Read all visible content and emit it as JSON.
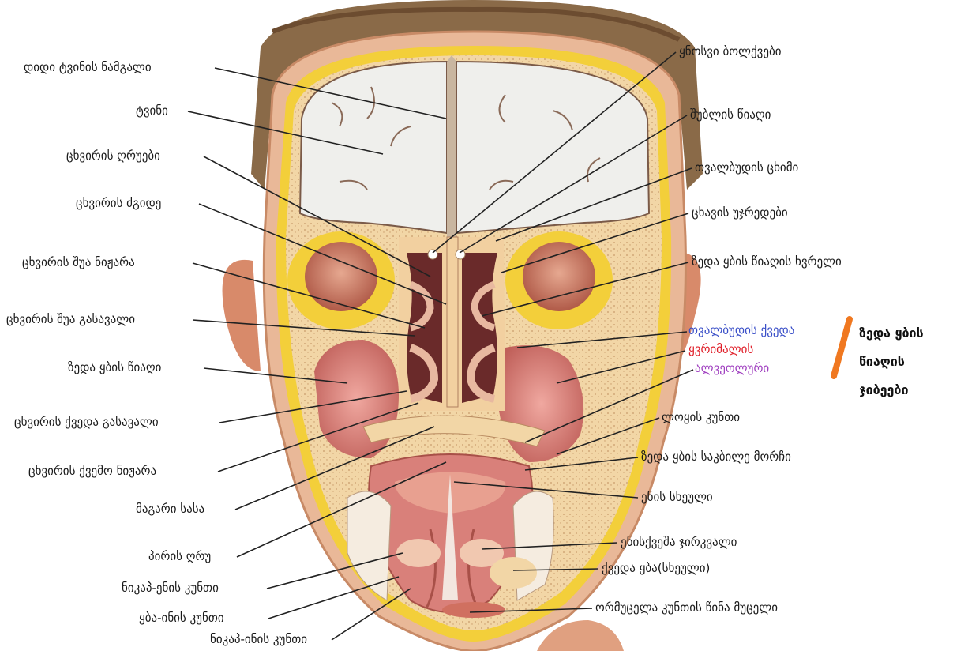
{
  "labels_left": [
    {
      "key": "L1",
      "text": "დიდი ტვინის ნამგალი"
    },
    {
      "key": "L2",
      "text": "ტვინი"
    },
    {
      "key": "L3",
      "text": "ცხვირის ღრუები"
    },
    {
      "key": "L4",
      "text": "ცხვირის ძგიდე"
    },
    {
      "key": "L5",
      "text": "ცხვირის შუა ნიჟარა"
    },
    {
      "key": "L6",
      "text": "ცხვირის შუა გასავალი"
    },
    {
      "key": "L7",
      "text": "ზედა ყბის წიაღი"
    },
    {
      "key": "L8",
      "text": "ცხვირის ქვედა გასავალი"
    },
    {
      "key": "L9",
      "text": "ცხვირის ქვემო ნიჟარა"
    },
    {
      "key": "L10",
      "text": "მაგარი სასა"
    },
    {
      "key": "L11",
      "text": "პირის ღრუ"
    },
    {
      "key": "L12",
      "text": "ნიკაპ-ენის კუნთი"
    },
    {
      "key": "L13",
      "text": "ყბა-ინის კუნთი"
    },
    {
      "key": "L14",
      "text": "ნიკაპ-ინის კუნთი"
    }
  ],
  "labels_right": [
    {
      "key": "R1",
      "text": "ყნოსვი ბოლქვები"
    },
    {
      "key": "R2",
      "text": "შუბლის წიაღი"
    },
    {
      "key": "R3",
      "text": "თვალბუდის ცხიმი"
    },
    {
      "key": "R4",
      "text": "ცხავის უჯრედები"
    },
    {
      "key": "R5",
      "text": "ზედა ყბის წიაღის ხვრელი"
    },
    {
      "key": "R6",
      "text": "თვალბუდის ქვედა"
    },
    {
      "key": "R7",
      "text": "ყვრიმალის"
    },
    {
      "key": "R8",
      "text": "ალვეოლური"
    },
    {
      "key": "R9",
      "text": "ლოყის კუნთი"
    },
    {
      "key": "R10",
      "text": "ზედა ყბის საკბილე მორჩი"
    },
    {
      "key": "R11",
      "text": "ენის სხეული"
    },
    {
      "key": "R12",
      "text": "ენისქვეშა ჯირკვალი"
    },
    {
      "key": "R13",
      "text": "ქვედა ყბა(სხეული)"
    },
    {
      "key": "R14",
      "text": "ორმუცელა კუნთის წინა მუცელი"
    }
  ],
  "sinus_group": {
    "lines": [
      "ზედა ყბის",
      "წიაღის",
      "ჯიბეები"
    ],
    "bar_color": "#f07820"
  },
  "colors": {
    "R6": "#3a4fc8",
    "R7": "#e0202a",
    "R8": "#a040c0",
    "skin": "#e8b896",
    "hair": "#8a6a48",
    "bone": "#f2d8a8",
    "fat": "#f3cf3a",
    "brain": "#eeeeea",
    "muscle": "#d9807a",
    "cavity": "#6a2a2a"
  }
}
